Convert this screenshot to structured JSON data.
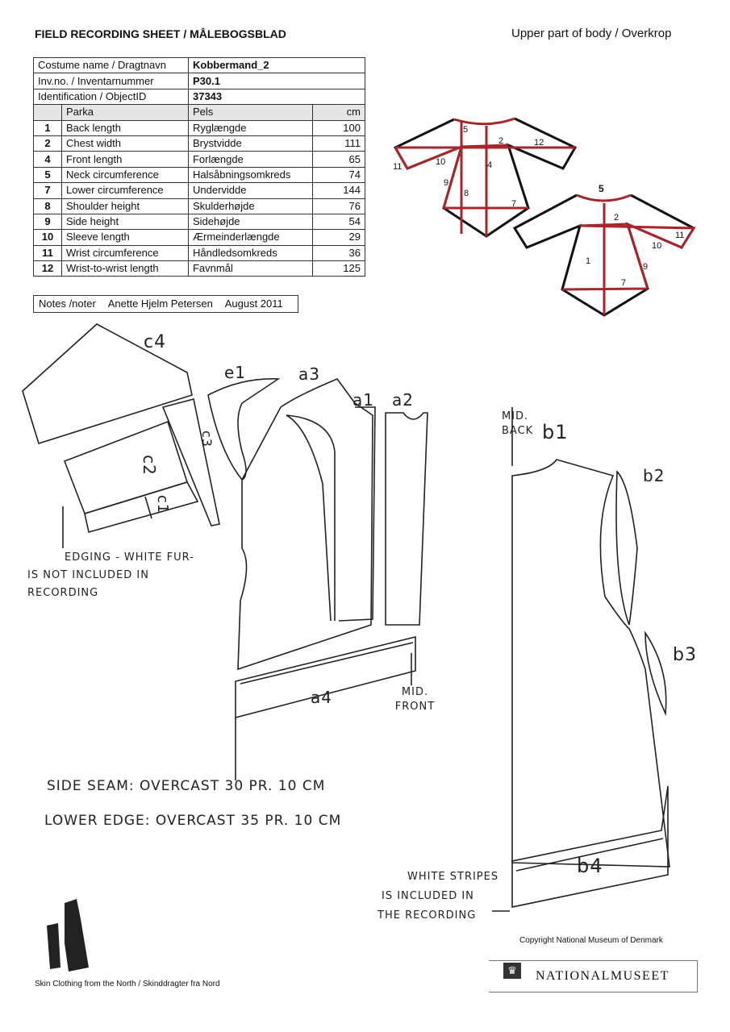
{
  "header": {
    "title": "FIELD RECORDING SHEET / MÅLEBOGSBLAD",
    "subtitle": "Upper part of body / Overkrop"
  },
  "info": [
    {
      "label": "Costume name / Dragtnavn",
      "value": "Kobbermand_2"
    },
    {
      "label": "Inv.no. / Inventarnummer",
      "value": "P30.1"
    },
    {
      "label": "Identification / ObjectID",
      "value": "37343"
    }
  ],
  "table_header": {
    "en": "Parka",
    "da": "Pels",
    "unit": "cm"
  },
  "measurements": [
    {
      "no": "1",
      "en": "Back length",
      "da": "Ryglængde",
      "cm": "100"
    },
    {
      "no": "2",
      "en": "Chest width",
      "da": "Brystvidde",
      "cm": "111"
    },
    {
      "no": "4",
      "en": "Front length",
      "da": "Forlængde",
      "cm": "65"
    },
    {
      "no": "5",
      "en": "Neck circumference",
      "da": "Halsåbningsomkreds",
      "cm": "74"
    },
    {
      "no": "7",
      "en": "Lower circumference",
      "da": "Undervidde",
      "cm": "144"
    },
    {
      "no": "8",
      "en": "Shoulder height",
      "da": "Skulderhøjde",
      "cm": "76"
    },
    {
      "no": "9",
      "en": "Side height",
      "da": "Sidehøjde",
      "cm": "54"
    },
    {
      "no": "10",
      "en": "Sleeve length",
      "da": "Ærmeinderlængde",
      "cm": "29"
    },
    {
      "no": "11",
      "en": "Wrist circumference",
      "da": "Håndledsomkreds",
      "cm": "36"
    },
    {
      "no": "12",
      "en": "Wrist-to-wrist length",
      "da": "Favnmål",
      "cm": "125"
    }
  ],
  "notes": {
    "label": "Notes /noter",
    "author": "Anette Hjelm Petersen",
    "date": "August 2011"
  },
  "diagram_labels": {
    "front": [
      "5",
      "2",
      "12",
      "11",
      "10",
      "4",
      "9",
      "8",
      "7"
    ],
    "back": [
      "5",
      "2",
      "1",
      "11",
      "10",
      "9",
      "7"
    ]
  },
  "sketch": {
    "pieces": [
      "c4",
      "e1",
      "a3",
      "a1",
      "a2",
      "c3",
      "c2",
      "c1",
      "b1",
      "b2",
      "b3",
      "a4",
      "b4"
    ],
    "mid_back": "MID. BACK",
    "mid_front": "MID. FRONT",
    "edging_note": [
      "EDGING - WHITE FUR-",
      "IS NOT INCLUDED IN",
      "RECORDING"
    ],
    "side_seam": "SIDE SEAM: OVERCAST 30 PR. 10 CM",
    "lower_edge": "LOWER EDGE: OVERCAST 35 PR. 10 CM",
    "stripes_note": [
      "WHITE STRIPES",
      "IS INCLUDED IN",
      "THE RECORDING"
    ]
  },
  "footer": {
    "copyright": "Copyright National Museum of Denmark",
    "series": "Skin Clothing from the North / Skinddragter fra Nord",
    "museum": "NATIONALMUSEET"
  },
  "colors": {
    "measure_line": "#a8262b"
  }
}
